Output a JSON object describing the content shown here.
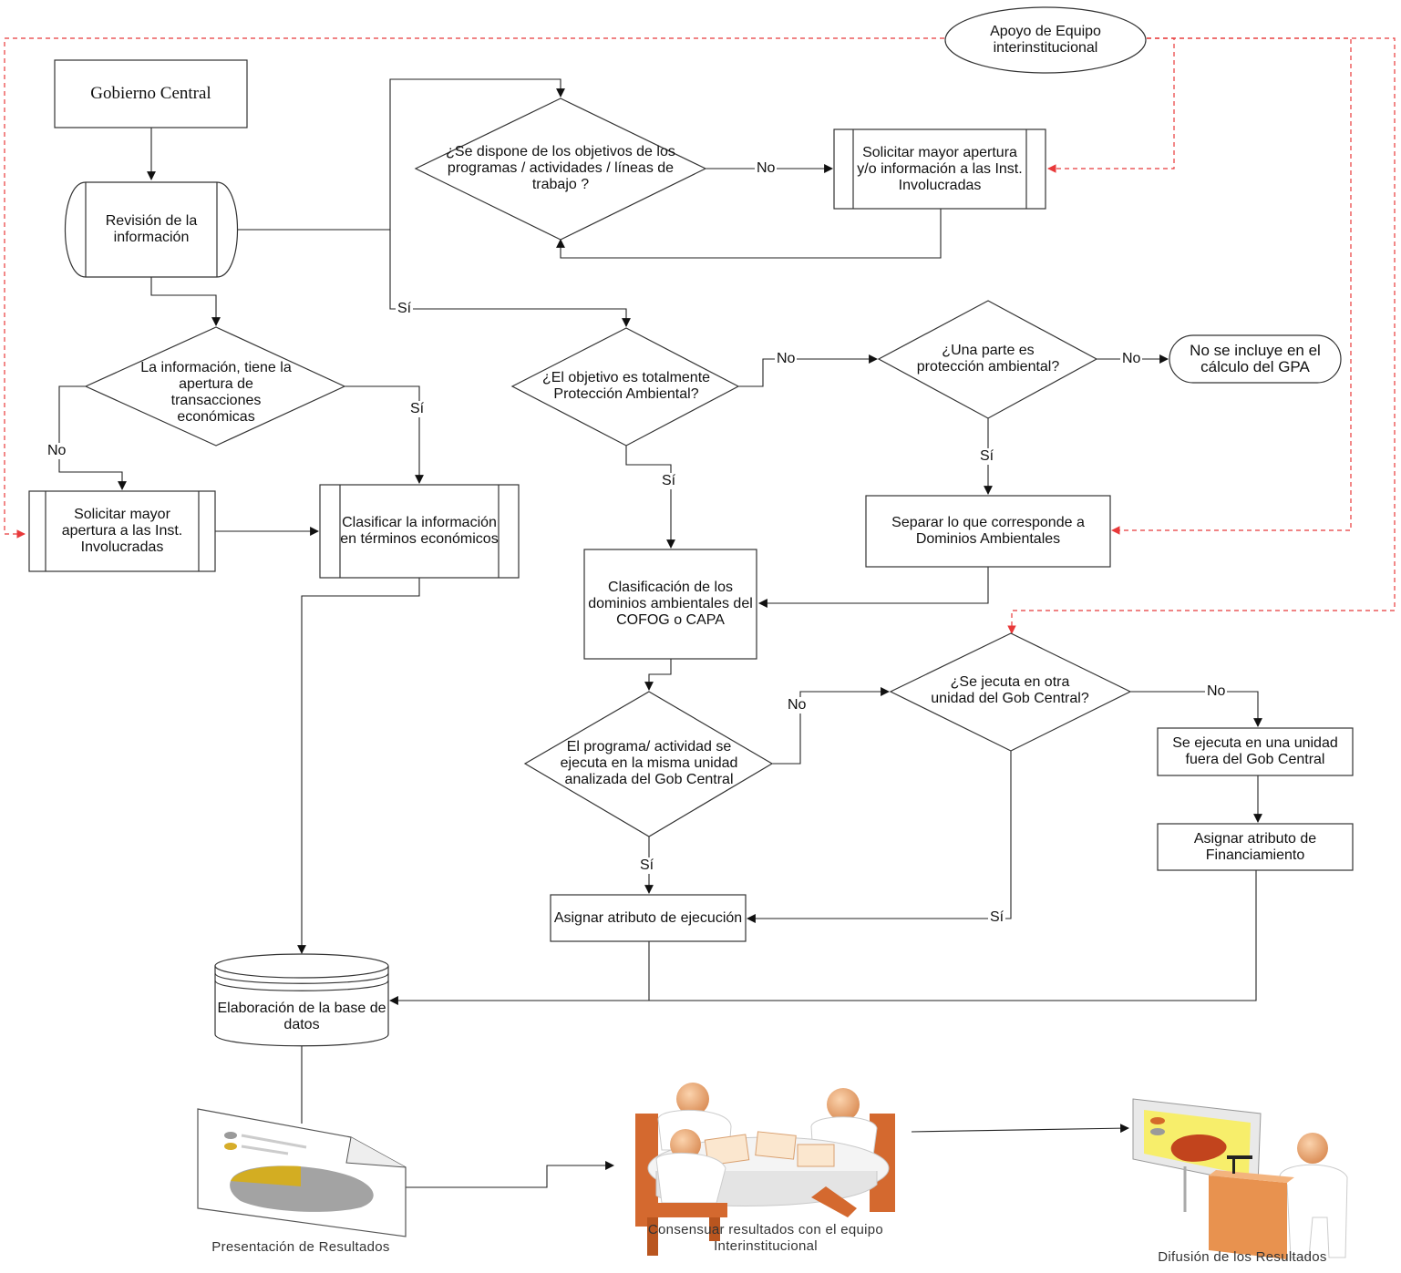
{
  "nodes": {
    "apoyo": "Apoyo de Equipo interinstitucional",
    "gobierno": "Gobierno Central",
    "revision": "Revisión de la información",
    "q_objetivos": "¿Se dispone de los objetivos de los programas / actividades / líneas de trabajo ?",
    "solicitar_info": "Solicitar mayor apertura y/o información  a las Inst. Involucradas",
    "q_apertura": "La información, tiene la apertura de transacciones económicas",
    "solicitar_apertura": "Solicitar mayor apertura a las Inst. Involucradas",
    "clasificar_info": "Clasificar la información en términos económicos",
    "q_objetivo_pa": "¿El objetivo es totalmente Protección Ambiental?",
    "q_parte": "¿Una parte es protección ambiental?",
    "no_incluye": "No se incluye en el cálculo del GPA",
    "separar": "Separar lo que corresponde a Dominios Ambientales",
    "clasificacion_dominios": "Clasificación de los dominios ambientales del COFOG o CAPA",
    "q_misma_unidad": "El programa/ actividad se ejecuta en la misma unidad analizada del Gob Central",
    "q_otra_unidad": "¿Se jecuta en otra unidad del Gob Central?",
    "fuera_gob": "Se ejecuta en una unidad fuera del Gob Central",
    "asignar_financiamiento": "Asignar atributo de Financiamiento",
    "asignar_ejecucion": "Asignar atributo de ejecución",
    "base_datos": "Elaboración de la base de datos"
  },
  "edge_labels": {
    "yes": "Sí",
    "no": "No"
  },
  "captions": {
    "presentacion": "Presentación de Resultados",
    "consensuar": "Consensuar resultados con el equipo Interinstitucional",
    "difusion": "Difusión de los Resultados"
  },
  "icons": {
    "presentacion": "document-pie-chart-icon",
    "consensuar": "meeting-people-icon",
    "difusion": "presenter-screen-icon"
  },
  "colors": {
    "line": "#222222",
    "feedback": "#e8393a",
    "figure": "#f0b07a",
    "figure_shadow": "#c87f4c",
    "chair": "#d4692f",
    "highlight": "#e3b62a"
  }
}
